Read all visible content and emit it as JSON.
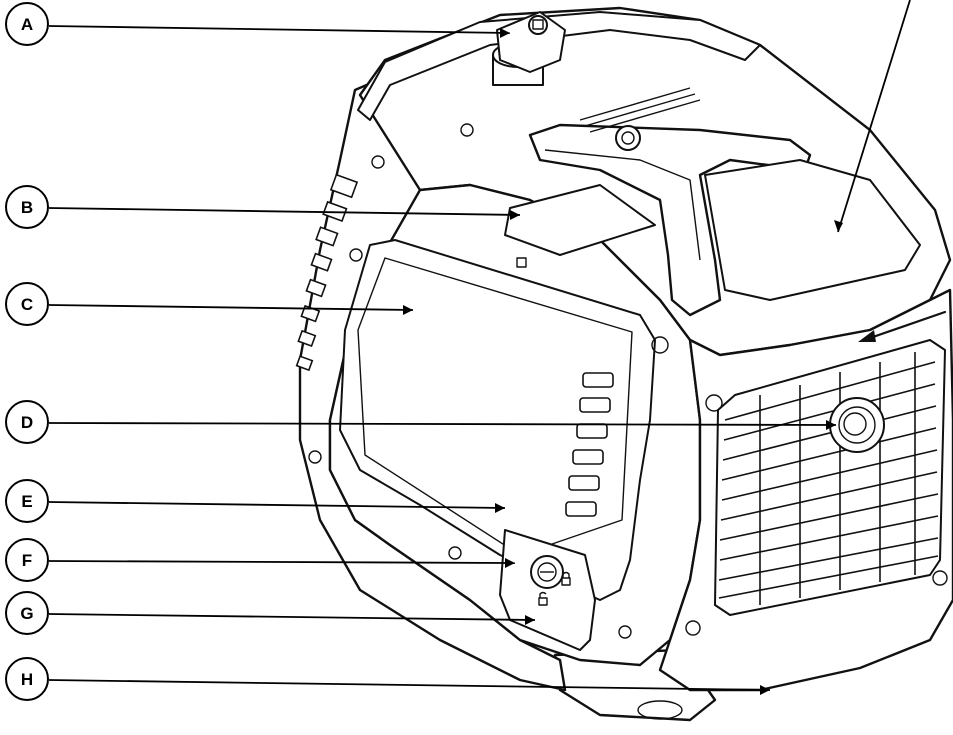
{
  "callouts": [
    {
      "key": "A",
      "label": "A"
    },
    {
      "key": "B",
      "label": "B"
    },
    {
      "key": "C",
      "label": "C"
    },
    {
      "key": "D",
      "label": "D"
    },
    {
      "key": "E",
      "label": "E"
    },
    {
      "key": "F",
      "label": "F"
    },
    {
      "key": "G",
      "label": "G"
    },
    {
      "key": "H",
      "label": "H"
    }
  ],
  "colors": {
    "line": "#111111",
    "background": "#ffffff"
  },
  "icons": [
    "fuel-cap-knob-icon",
    "panel-marker-icon",
    "lock-closed-icon",
    "lock-open-icon",
    "arrow-icon"
  ]
}
